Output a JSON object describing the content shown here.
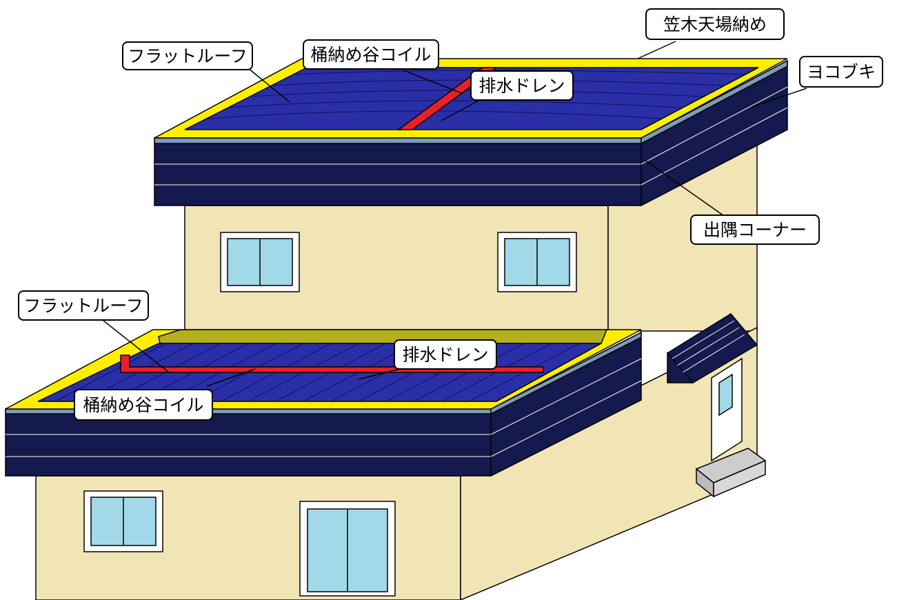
{
  "labels": {
    "kasagi": "笠木天場納め",
    "yokobuki": "ヨコブキ",
    "flat_roof_upper": "フラットルーフ",
    "toi_upper": "桶納め谷コイル",
    "drain_upper": "排水ドレン",
    "dezumi": "出隅コーナー",
    "flat_roof_lower": "フラットルーフ",
    "drain_lower": "排水ドレン",
    "toi_lower": "桶納め谷コイル"
  },
  "colors": {
    "wall": "#f2e5b5",
    "roof_panel": "#2a2fa8",
    "fascia": "#14194e",
    "cap": "#ffee00",
    "drain": "#e8202a",
    "window_glass": "#a2d9e8",
    "parapet_inner": "#b5ae1e",
    "cap_edge": "#7e9bb8"
  },
  "icons": {
    "door": "entry-door",
    "steps": "entry-steps",
    "canopy": "door-canopy"
  }
}
